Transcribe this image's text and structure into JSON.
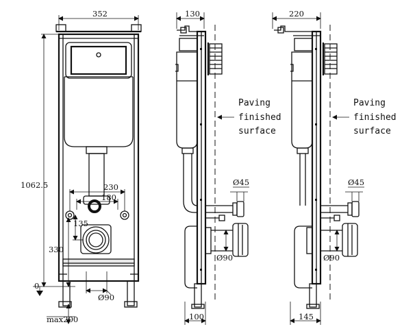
{
  "front_view": {
    "width": "352",
    "height": "1062.5",
    "pipe_spacing": "230",
    "inlet_spacing": "180",
    "offset_135": "135",
    "height_330": "330",
    "zero_level": "0",
    "outlet_diameter": "Ø90",
    "leg_extension": "max200"
  },
  "side_view_a": {
    "depth": "130",
    "inlet_diameter": "Ø45",
    "outlet_diameter": "Ø90",
    "base_offset": "100",
    "note_line1": "Paving",
    "note_line2": "finished",
    "note_line3": "surface"
  },
  "side_view_b": {
    "depth": "220",
    "inlet_diameter": "Ø45",
    "outlet_diameter": "Ø90",
    "base_offset": "145",
    "note_line1": "Paving",
    "note_line2": "finished",
    "note_line3": "surface"
  }
}
